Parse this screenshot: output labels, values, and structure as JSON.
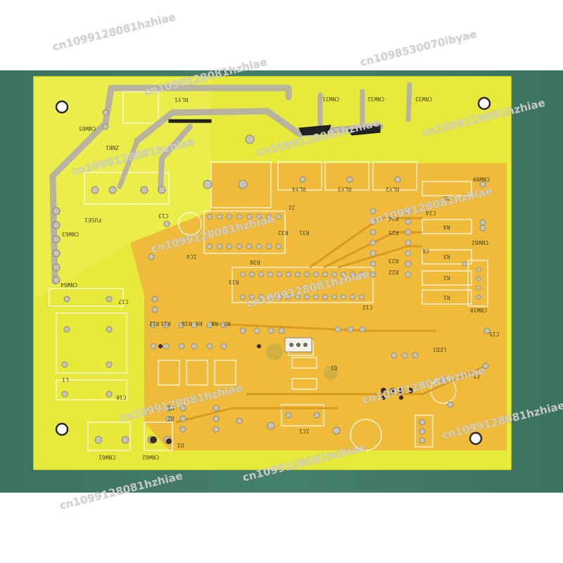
{
  "watermarks": [
    "cn1099128081hzhiae",
    "cn1098530070ibyae",
    "cn1099128081hzhiae",
    "cn1099128081hzhiae",
    "cn1099128081hzhiae",
    "cn1099128081hzhiae",
    "cn1099128081hzhiae",
    "cn1099128081hzhiae",
    "cn1099128081hzhiae",
    "cn1099128081hzhiae",
    "cn1099128081hzhiae",
    "cn1099128081hzhiae",
    "cn1099128081hzhiae"
  ],
  "silkscreen": {
    "rly1": "RLY1",
    "rly2": "RLY2",
    "rly3": "RLY3",
    "rly4": "RLY4",
    "cnw31": "CNW31",
    "cnw32": "CNW32",
    "cnw33": "CNW33",
    "cnw65": "CNW65",
    "cnw63": "CNW63",
    "cnw64": "CNW64",
    "cnw61": "CNW61",
    "cnw62": "CNW62",
    "cnw09": "CNW09",
    "cnw02": "CNW02",
    "cnw10": "CNW10",
    "znr1": "ZNR1",
    "fuse1": "FUSE1",
    "ic4": "IC4",
    "j2": "J2",
    "c17": "C17",
    "c16": "C16",
    "c13": "C13",
    "l1": "L1",
    "ic1": "IC1",
    "r5": "R5",
    "r4": "R4",
    "r3": "R3",
    "r2": "R2",
    "r1": "R1",
    "r24": "R24",
    "r25": "R25",
    "r23": "R23",
    "r22": "R22",
    "r32": "R32",
    "r31": "R31",
    "r33": "R33",
    "r30": "R30",
    "r12": "R12",
    "r11": "R11",
    "r10": "R10",
    "r9": "R9",
    "r8": "R8",
    "r7": "R7",
    "led1": "LED1",
    "q1": "Q1",
    "c12": "C12",
    "c15": "C15",
    "d1": "D1",
    "d2": "D2",
    "d3": "D3",
    "c5": "C5",
    "c6": "C6",
    "c14": "C14"
  }
}
